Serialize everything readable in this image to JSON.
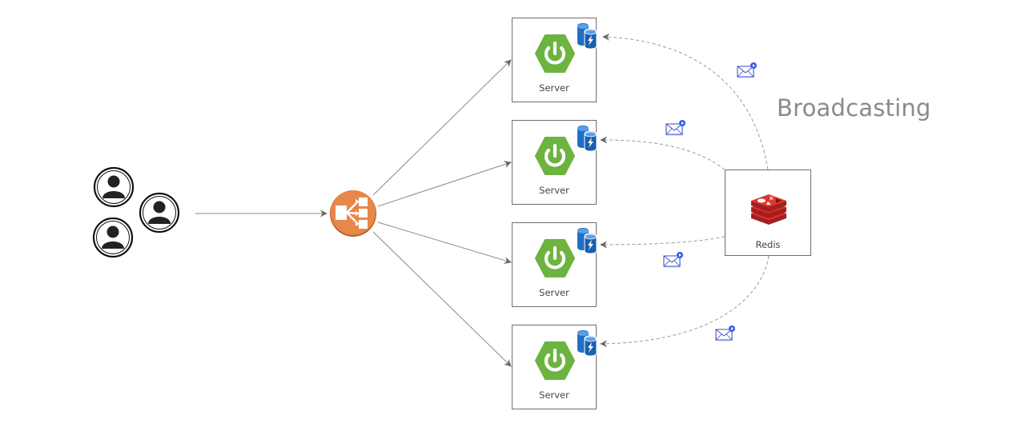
{
  "diagram": {
    "title": "Broadcasting",
    "clients": {
      "label": "",
      "count": 3,
      "icon": "user-icon"
    },
    "load_balancer": {
      "icon": "load-balancer-icon",
      "color": "#e8874a"
    },
    "servers": [
      {
        "label": "Server",
        "icon": "spring-power-icon",
        "cache_icon": "database-cache-icon"
      },
      {
        "label": "Server",
        "icon": "spring-power-icon",
        "cache_icon": "database-cache-icon"
      },
      {
        "label": "Server",
        "icon": "spring-power-icon",
        "cache_icon": "database-cache-icon"
      },
      {
        "label": "Server",
        "icon": "spring-power-icon",
        "cache_icon": "database-cache-icon"
      }
    ],
    "broker": {
      "label": "Redis",
      "icon": "redis-icon",
      "color": "#c6302b"
    },
    "message_icon": "envelope-message-icon",
    "colors": {
      "spring_green": "#6db33f",
      "cache_blue": "#1f6fc5",
      "arrow_gray": "#777777",
      "envelope_blue": "#3a4fc6"
    },
    "edges": [
      {
        "from": "clients",
        "to": "load_balancer",
        "style": "solid"
      },
      {
        "from": "load_balancer",
        "to": "server-1",
        "style": "solid"
      },
      {
        "from": "load_balancer",
        "to": "server-2",
        "style": "solid"
      },
      {
        "from": "load_balancer",
        "to": "server-3",
        "style": "solid"
      },
      {
        "from": "load_balancer",
        "to": "server-4",
        "style": "solid"
      },
      {
        "from": "redis",
        "to": "server-1",
        "style": "dashed"
      },
      {
        "from": "redis",
        "to": "server-2",
        "style": "dashed"
      },
      {
        "from": "redis",
        "to": "server-3",
        "style": "dashed"
      },
      {
        "from": "redis",
        "to": "server-4",
        "style": "dashed"
      }
    ]
  }
}
